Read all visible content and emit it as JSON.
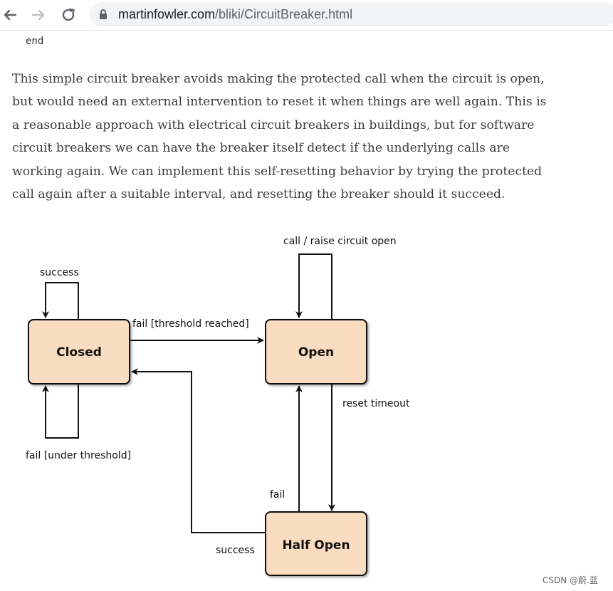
{
  "browser": {
    "url_host": "martinfowler.com",
    "url_path": "/bliki/CircuitBreaker.html",
    "icons": [
      "back-arrow-icon",
      "forward-arrow-icon",
      "reload-icon",
      "lock-icon"
    ]
  },
  "article": {
    "code_tail": "end",
    "paragraph_lines": [
      "This simple circuit breaker avoids making the protected call when the circuit is open,",
      "but would need an external intervention to reset it when things are well again. This is",
      "a reasonable approach with electrical circuit breakers in buildings, but for software",
      "circuit breakers we can have the breaker itself detect if the underlying calls are",
      "working again. We can implement this self-resetting behavior by trying the protected",
      "call again after a suitable interval, and resetting the breaker should it succeed."
    ]
  },
  "diagram": {
    "states": {
      "closed": "Closed",
      "open": "Open",
      "half_open": "Half Open"
    },
    "transitions": {
      "closed_self": "success",
      "closed_to_open": "fail [threshold reached]",
      "closed_fail_self": "fail [under threshold]",
      "open_self": "call / raise circuit open",
      "open_to_half": "reset timeout",
      "half_to_open": "fail",
      "half_to_closed": "success"
    },
    "colors": {
      "state_fill": "#fadcc0",
      "state_stroke": "#111111"
    }
  },
  "watermark": "CSDN @蔚.蓝"
}
